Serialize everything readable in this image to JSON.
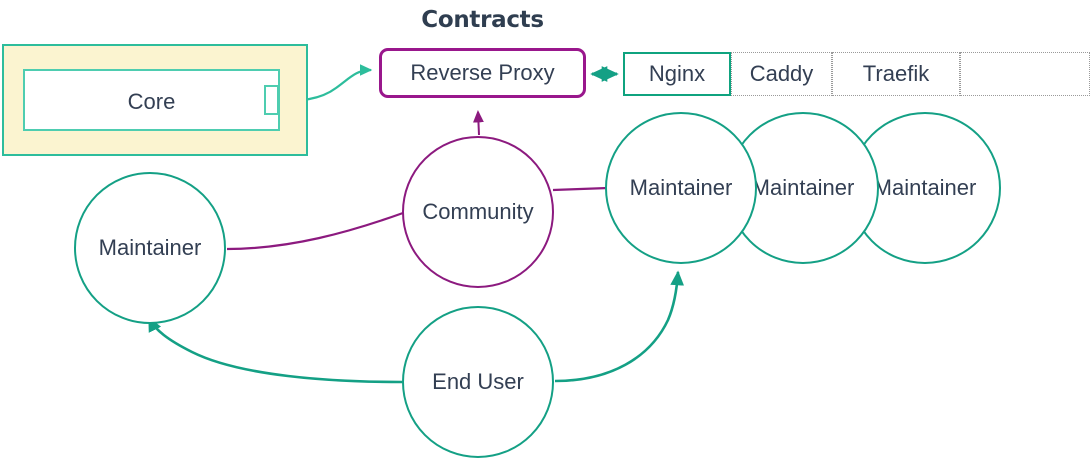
{
  "diagram": {
    "title": "Contracts",
    "colors": {
      "teal": "#14a085",
      "teal_light": "#4ecdb0",
      "purple": "#8c1a7f",
      "purple_strong": "#99178c",
      "yellow_fill": "#fbf4d0",
      "text": "#333f53",
      "dotted_border": "#9a9a9a",
      "background": "#ffffff"
    },
    "core_group": {
      "inner_label": "Core",
      "port_name": "port-handle"
    },
    "reverse_proxy": {
      "label": "Reverse Proxy"
    },
    "proxy_table": {
      "cells": [
        {
          "label": "Nginx",
          "selected": true
        },
        {
          "label": "Caddy",
          "selected": false
        },
        {
          "label": "Traefik",
          "selected": false
        },
        {
          "label": "",
          "selected": false
        }
      ]
    },
    "nodes": {
      "maintainer_cluster": [
        {
          "label": "Maintainer"
        },
        {
          "label": "Maintainer"
        },
        {
          "label": "Maintainer"
        }
      ],
      "maintainer_left": {
        "label": "Maintainer"
      },
      "community": {
        "label": "Community"
      },
      "end_user": {
        "label": "End User"
      }
    },
    "edges": [
      {
        "name": "core-to-reverse-proxy",
        "from": "Core",
        "to": "Reverse Proxy",
        "arrow": "single",
        "color": "#2dbd9c"
      },
      {
        "name": "reverse-proxy-to-nginx",
        "from": "Reverse Proxy",
        "to": "Nginx",
        "arrow": "double",
        "color": "#14a085"
      },
      {
        "name": "community-to-reverse-proxy",
        "from": "Community",
        "to": "Reverse Proxy",
        "arrow": "single",
        "color": "#8c1a7f"
      },
      {
        "name": "maintainer-left-to-community",
        "from": "Maintainer",
        "to": "Community",
        "arrow": "none",
        "color": "#8c1a7f"
      },
      {
        "name": "community-to-maintainer-cluster",
        "from": "Community",
        "to": "Maintainer",
        "arrow": "none",
        "color": "#8c1a7f"
      },
      {
        "name": "end-user-to-maintainer-left",
        "from": "End User",
        "to": "Maintainer",
        "arrow": "single",
        "color": "#14a085"
      },
      {
        "name": "end-user-to-maintainer-cluster",
        "from": "End User",
        "to": "Maintainer",
        "arrow": "single",
        "color": "#14a085"
      }
    ]
  }
}
